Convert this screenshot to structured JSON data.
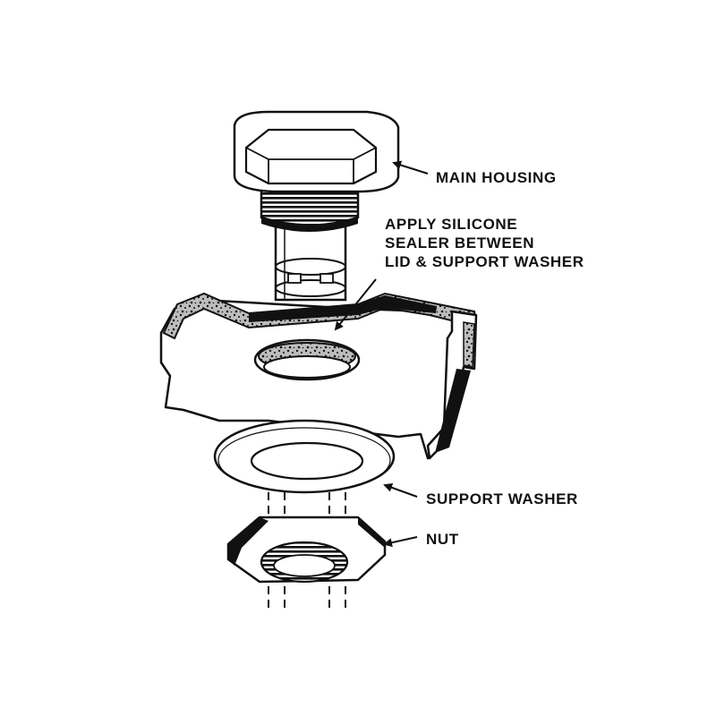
{
  "labels": {
    "main_housing": "MAIN HOUSING",
    "apply_silicone": [
      "APPLY SILICONE",
      "SEALER BETWEEN",
      "LID & SUPPORT WASHER"
    ],
    "support_washer": "SUPPORT WASHER",
    "nut": "NUT"
  },
  "colors": {
    "ink": "#111111",
    "paper": "#ffffff"
  }
}
